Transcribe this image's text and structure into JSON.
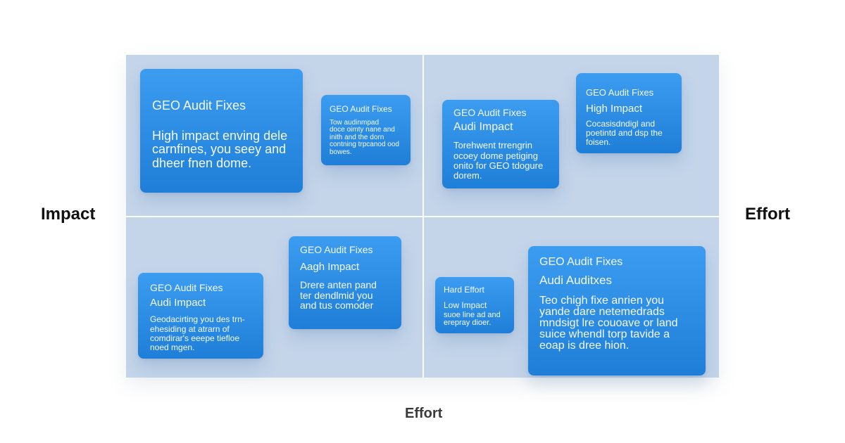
{
  "axes": {
    "left": "Impact",
    "right": "Effort",
    "bottom": "Effort"
  },
  "cards": [
    {
      "title": "GEO Audit Fixes",
      "subtitle": "",
      "body": "High impact enving dele\ncarnfines, you seey and\ndheer fnen dome."
    },
    {
      "title": "GEO Audit Fixes",
      "subtitle": "",
      "body": "Tow audinmpad\ndoce oimty nane and\ninith and the dorn\ncontning trpcanod ood\nbowes."
    },
    {
      "title": "GEO Audit Fixes",
      "subtitle": "Audi Impact",
      "body": "Torehwent trrengrin\nocoey dome petiging\nonito for GEO tdogure\ndorem."
    },
    {
      "title": "GEO Audit Fixes",
      "subtitle": "High Impact",
      "body": "Cocasisdndigl and\npoetintd and dsp the\nfoisen."
    },
    {
      "title": "GEO Audit Fixes",
      "subtitle": "Audi Impact",
      "body": "Geodacirting you des trn-\nehesiding at atrarn of\ncomdirar's eeepe tiefloe\nnoed mgen."
    },
    {
      "title": "GEO Audit Fixes",
      "subtitle": "Aagh Impact",
      "body": "Drere anten pand\nter dendlmid you\nand tus comoder"
    },
    {
      "title": "Hard Effort",
      "subtitle": "Low Impact",
      "body": "suoe line ad and\nerepray dioer."
    },
    {
      "title": "GEO Audit Fixes",
      "subtitle": "Audi Auditxes",
      "body": "Teo chigh fixe anrien you\nyande dare netemedrads\nmndsigt lre couoave or land\nsuice whendl torp tavide a\neoap is dree hion."
    }
  ]
}
